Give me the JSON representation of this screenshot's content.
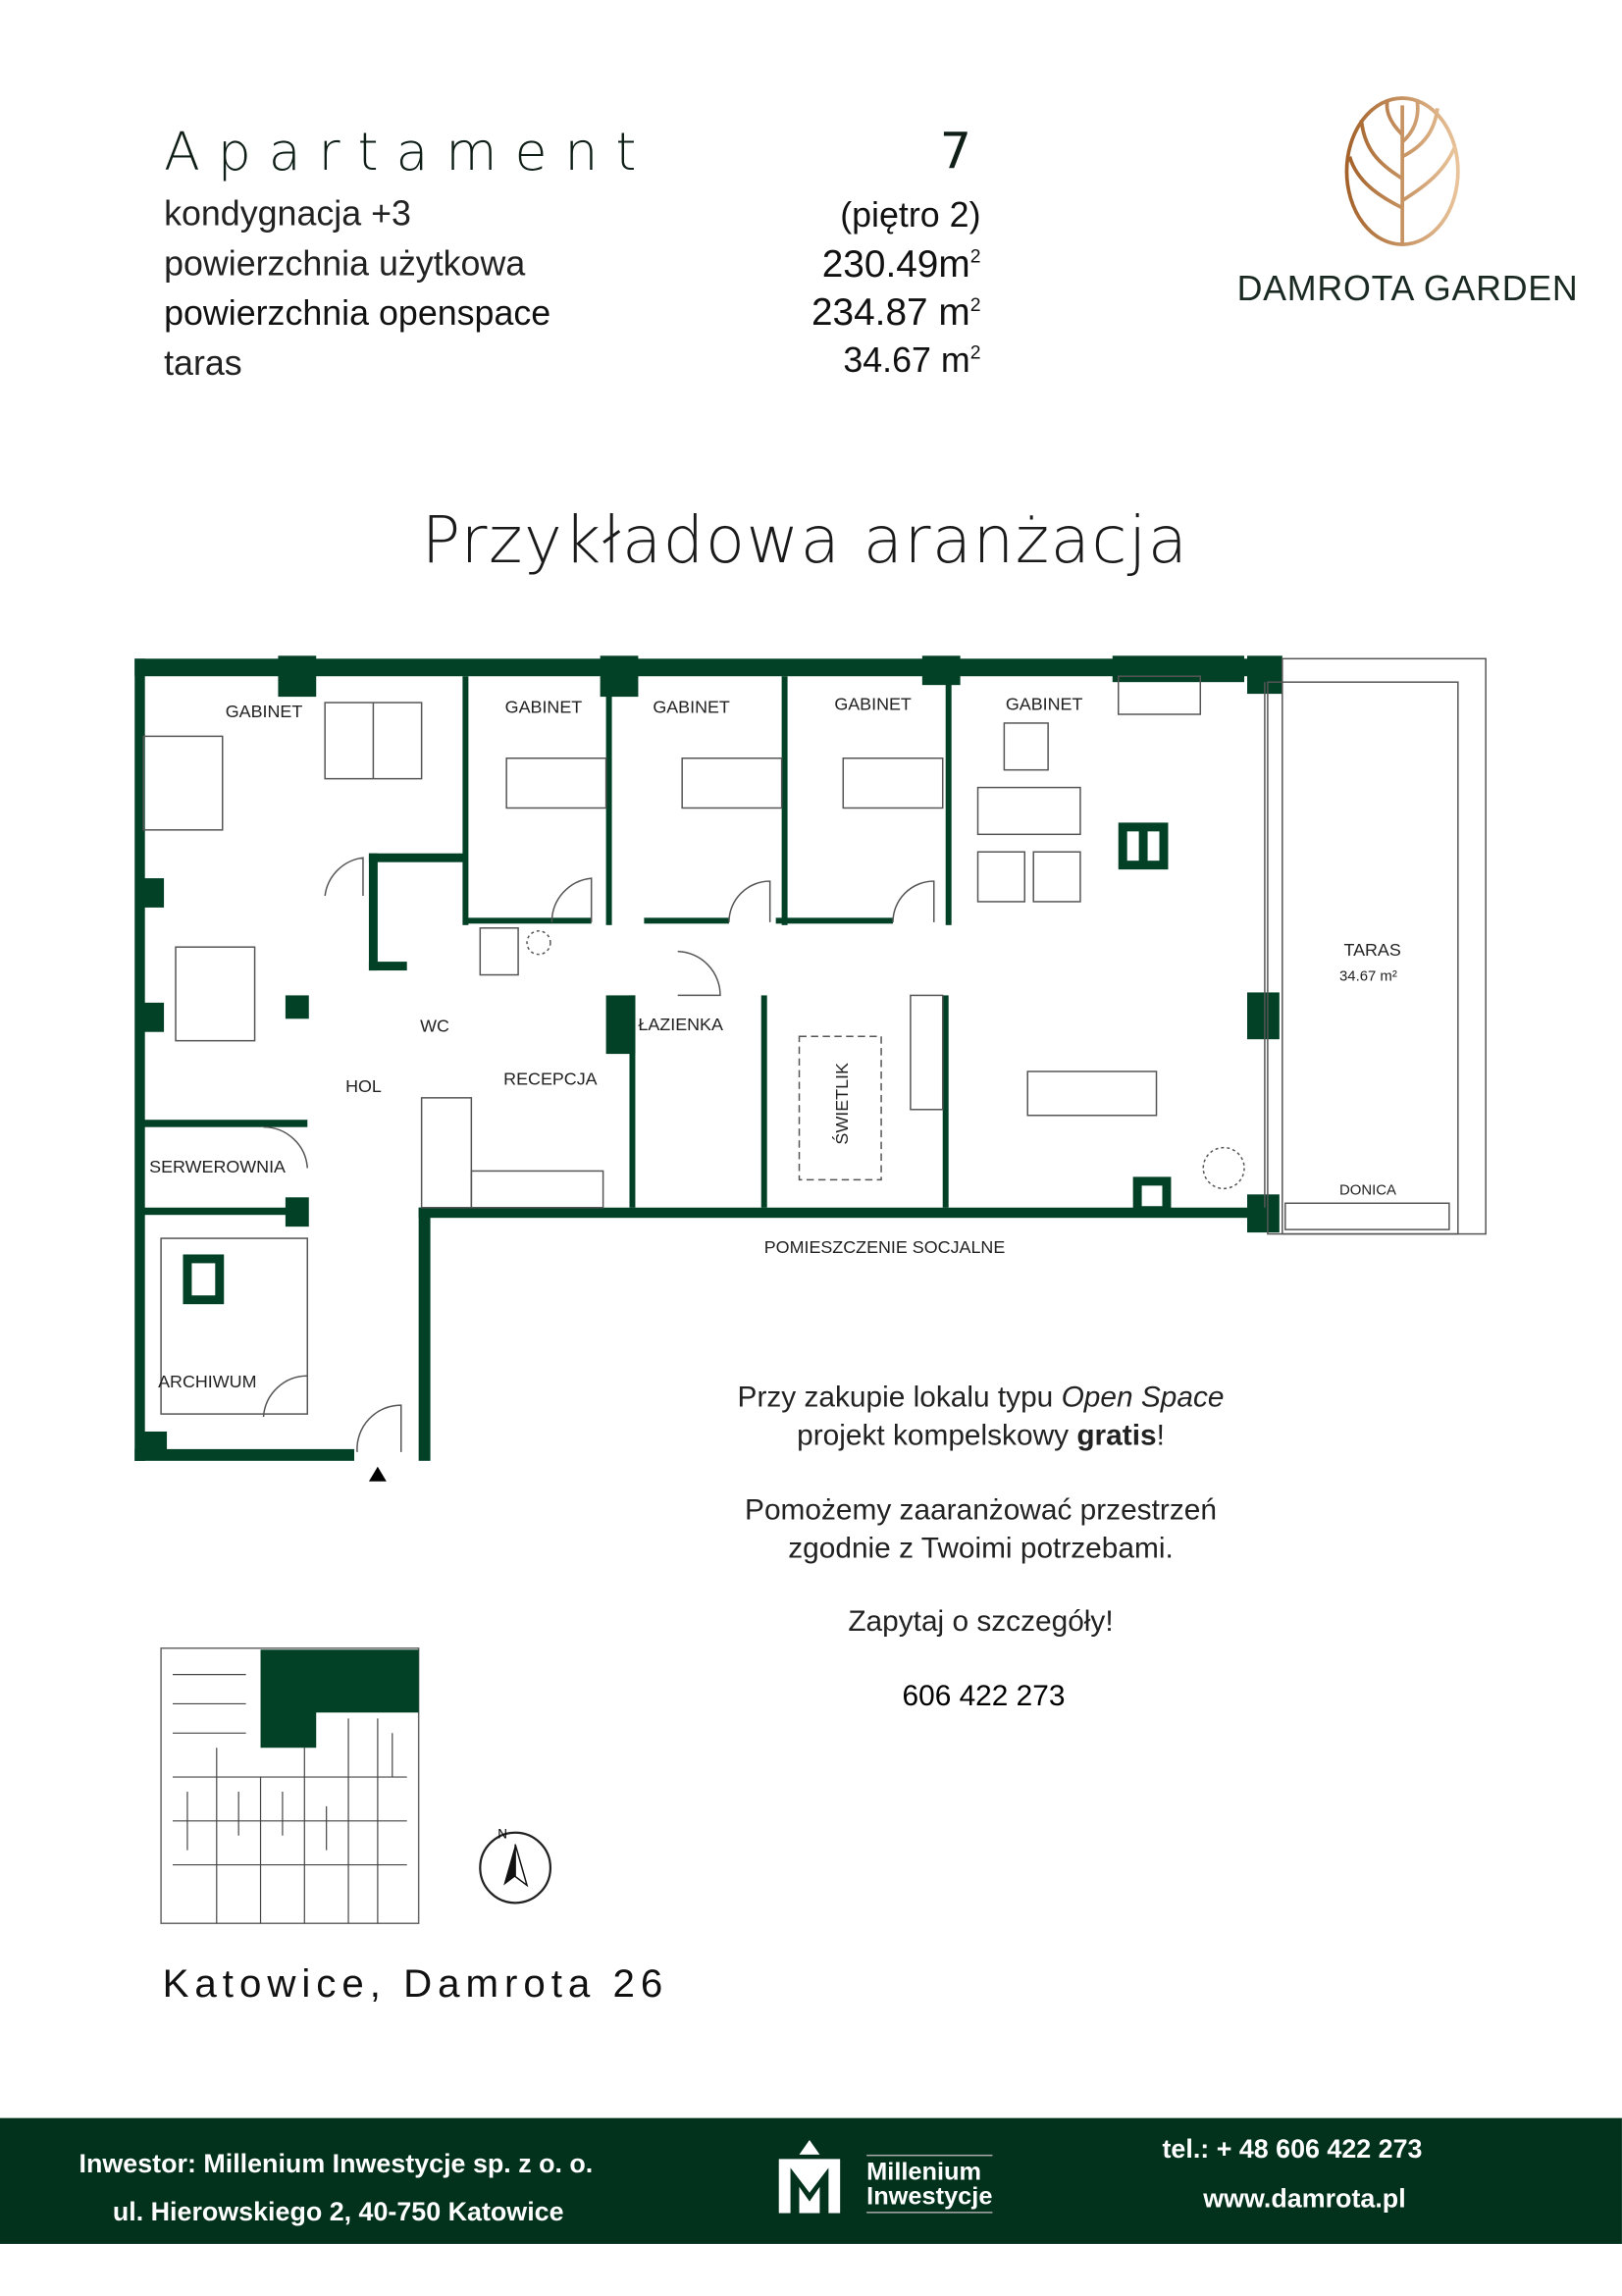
{
  "header": {
    "title": "Apartament",
    "number": "7",
    "rows": [
      {
        "label": "kondygnacja  +3",
        "value": "(piętro 2)",
        "unit": ""
      },
      {
        "label": "powierzchnia użytkowa",
        "value": "230.49",
        "unit": "m",
        "sup": "2"
      },
      {
        "label": "powierzchnia openspace",
        "value": "234.87 ",
        "unit": "m",
        "sup": "2"
      },
      {
        "label": "taras",
        "value": "34.67 ",
        "unit": "m",
        "sup": "2"
      }
    ]
  },
  "brand": {
    "name": "DAMROTA GARDEN",
    "accent": "#b87a3e"
  },
  "subtitle": "Przykładowa aranżacja",
  "plan": {
    "rooms": {
      "gabinet1": "GABINET",
      "gabinet2": "GABINET",
      "gabinet3": "GABINET",
      "gabinet4": "GABINET",
      "gabinet5": "GABINET",
      "wc": "WC",
      "hol": "HOL",
      "recepcja": "RECEPCJA",
      "lazienka": "ŁAZIENKA",
      "swietlik": "ŚWIETLIK",
      "serwerownia": "SERWEROWNIA",
      "archiwum": "ARCHIWUM",
      "socjalne": "POMIESZCZENIE SOCJALNE",
      "taras": "TARAS",
      "taras_area": "34.67 m²",
      "donica": "DONICA"
    },
    "wall_color": "#034127"
  },
  "promo": {
    "line1a": "Przy zakupie lokalu typu ",
    "line1b": "Open Space",
    "line2a": "projekt kompelskowy ",
    "line2b": "gratis",
    "line2c": "!",
    "line3": "Pomożemy zaaranżować przestrzeń",
    "line4": "zgodnie z Twoimi potrzebami.",
    "line5": "Zapytaj o szczegóły!",
    "phone": "606 422 273"
  },
  "compass": {
    "north": "N"
  },
  "location": "Katowice, Damrota 26",
  "footer": {
    "investor": "Inwestor: Millenium  Inwestycje sp. z o. o.",
    "address": "ul. Hierowskiego  2, 40-750 Katowice",
    "logo_line1": "Millenium",
    "logo_line2": "Inwestycje",
    "tel": "tel.: + 48 606  422 273",
    "www": "www.damrota.pl"
  }
}
